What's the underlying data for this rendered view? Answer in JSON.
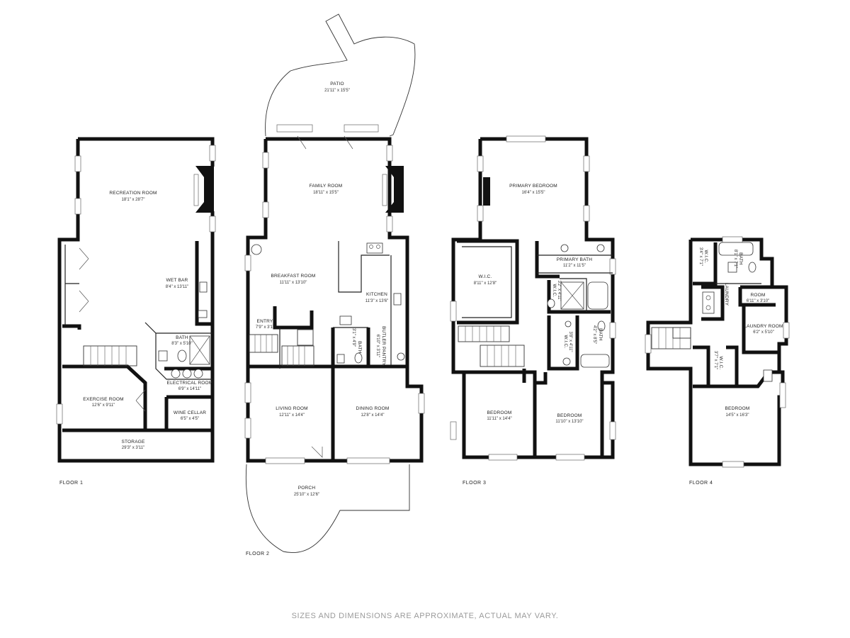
{
  "floors": [
    {
      "label": "FLOOR 1",
      "rooms": [
        {
          "name": "RECREATION ROOM",
          "dims": "18'1\" x 28'7\""
        },
        {
          "name": "WET BAR",
          "dims": "8'4\" x 13'11\""
        },
        {
          "name": "BATH",
          "dims": "8'3\" x 5'10\""
        },
        {
          "name": "ELECTRICAL ROOM",
          "dims": "6'9\" x 14'11\""
        },
        {
          "name": "EXERCISE ROOM",
          "dims": "12'6\" x 9'11\""
        },
        {
          "name": "WINE CELLAR",
          "dims": "6'5\" x 4'5\""
        },
        {
          "name": "STORAGE",
          "dims": "29'3\" x 3'11\""
        }
      ]
    },
    {
      "label": "FLOOR 2",
      "rooms": [
        {
          "name": "PATIO",
          "dims": "21'11\" x 15'5\""
        },
        {
          "name": "FAMILY ROOM",
          "dims": "18'11\" x 15'5\""
        },
        {
          "name": "BREAKFAST ROOM",
          "dims": "11'11\" x 13'10\""
        },
        {
          "name": "KITCHEN",
          "dims": "11'3\" x 13'6\""
        },
        {
          "name": "ENTRY",
          "dims": "7'9\" x 3'1\""
        },
        {
          "name": "BUTLER PANTRY",
          "dims": "6'10\" x 3'11\""
        },
        {
          "name": "BATH",
          "dims": "3'1\" x 4'9\""
        },
        {
          "name": "LIVING ROOM",
          "dims": "12'11\" x 14'4\""
        },
        {
          "name": "DINING ROOM",
          "dims": "12'8\" x 14'4\""
        },
        {
          "name": "PORCH",
          "dims": "25'10\" x 12'6\""
        }
      ]
    },
    {
      "label": "FLOOR 3",
      "rooms": [
        {
          "name": "PRIMARY BEDROOM",
          "dims": "16'4\" x 15'5\""
        },
        {
          "name": "W.I.C.",
          "dims": "8'11\" x 12'8\""
        },
        {
          "name": "PRIMARY BATH",
          "dims": "11'2\" x 11'5\""
        },
        {
          "name": "BATH",
          "dims": "4'2\" x 8'5\""
        },
        {
          "name": "W.I.C.",
          "dims": "3'2\" x 4'11\""
        },
        {
          "name": "W.I.C.",
          "dims": "3'8\" x 4'11\""
        },
        {
          "name": "BEDROOM",
          "dims": "11'11\" x 14'4\""
        },
        {
          "name": "BEDROOM",
          "dims": "11'10\" x 13'10\""
        }
      ]
    },
    {
      "label": "FLOOR 4",
      "rooms": [
        {
          "name": "W.I.C.",
          "dims": "3'4\" x 7'1\""
        },
        {
          "name": "BATH",
          "dims": "8'1\" x 7'1\""
        },
        {
          "name": "LAUNDRY",
          "dims": ""
        },
        {
          "name": "ROOM",
          "dims": "6'11\" x 3'10\""
        },
        {
          "name": "LAUNDRY ROOM",
          "dims": "6'2\" x 5'10\""
        },
        {
          "name": "W.I.C.",
          "dims": "3'7\" x 7'1\""
        },
        {
          "name": "BEDROOM",
          "dims": "14'5\" x 16'3\""
        }
      ]
    }
  ],
  "disclaimer": "SIZES AND DIMENSIONS ARE APPROXIMATE, ACTUAL MAY VARY."
}
